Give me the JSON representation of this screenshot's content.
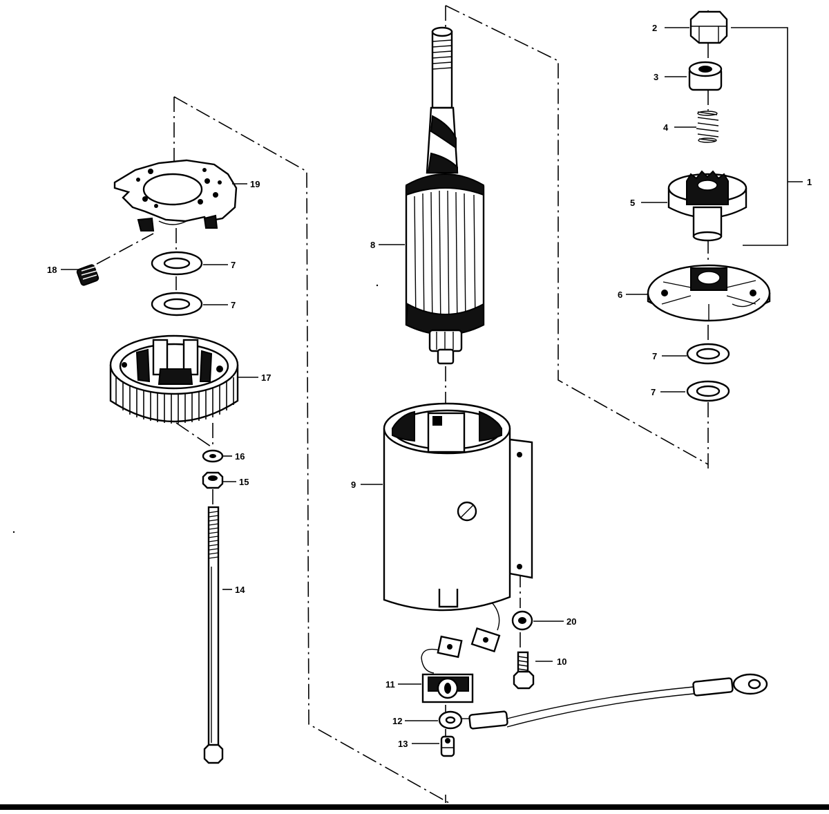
{
  "callouts": {
    "c1": "1",
    "c2": "2",
    "c3": "3",
    "c4": "4",
    "c5": "5",
    "c6": "6",
    "c7a": "7",
    "c7b": "7",
    "c7c": "7",
    "c7d": "7",
    "c8": "8",
    "c9": "9",
    "c10": "10",
    "c11": "11",
    "c12": "12",
    "c13": "13",
    "c14": "14",
    "c15": "15",
    "c16": "16",
    "c17": "17",
    "c18": "18",
    "c19": "19",
    "c20": "20"
  }
}
